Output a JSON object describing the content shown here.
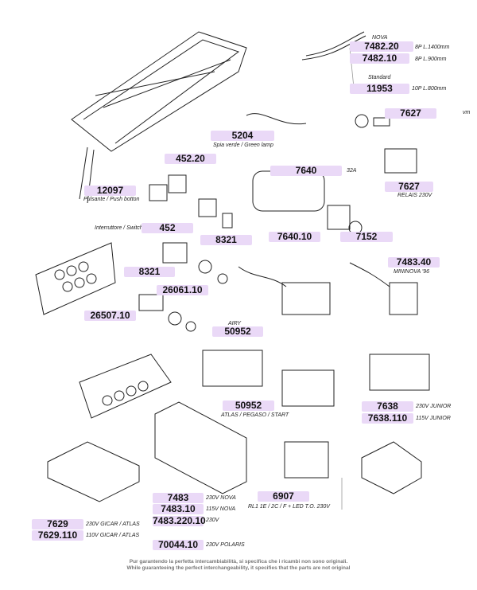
{
  "colors": {
    "label_bg": "#ead9f7",
    "footer_text": "#777777"
  },
  "parts": [
    {
      "code": "7482.20",
      "note": "8P L.1400mm",
      "group": "NOVA"
    },
    {
      "code": "7482.10",
      "note": "8P L.900mm"
    },
    {
      "code": "11953",
      "note": "10P L.800mm",
      "group": "Standard"
    },
    {
      "code": "7627",
      "note": "vm"
    },
    {
      "code": "5204",
      "note": "Spia verde / Green lamp"
    },
    {
      "code": "452.20"
    },
    {
      "code": "12097",
      "note": "Pulsante / Push botton"
    },
    {
      "code": "7640",
      "note": "32A"
    },
    {
      "code": "7627",
      "note": "RELAIS 230V"
    },
    {
      "code": "452",
      "note": "Interruttore / Switch"
    },
    {
      "code": "8321"
    },
    {
      "code": "7640.10"
    },
    {
      "code": "7152"
    },
    {
      "code": "8321"
    },
    {
      "code": "7483.40",
      "note": "MININOVA '96"
    },
    {
      "code": "26061.10"
    },
    {
      "code": "26507.10"
    },
    {
      "code": "50952",
      "group": "AIRY"
    },
    {
      "code": "50952",
      "note": "ATLAS / PEGASO / START"
    },
    {
      "code": "7638",
      "note": "230V JUNIOR"
    },
    {
      "code": "7638.110",
      "note": "115V JUNIOR"
    },
    {
      "code": "7483",
      "note": "230V NOVA"
    },
    {
      "code": "7483.10",
      "note": "115V NOVA"
    },
    {
      "code": "7483.220.10",
      "note": "230V"
    },
    {
      "code": "70044.10",
      "note": "230V POLARIS"
    },
    {
      "code": "6907",
      "note": "RL1 1E / 2C / F + LED T.O. 230V"
    },
    {
      "code": "7629",
      "note": "230V GICAR / ATLAS"
    },
    {
      "code": "7629.110",
      "note": "110V GICAR / ATLAS"
    }
  ],
  "footer": {
    "line1": "Pur garantendo la perfetta intercambiabilità, si specifica che i ricambi non sono originali.",
    "line2": "While guaranteeing the perfect interchangeability, it specifies that the parts are not original"
  }
}
